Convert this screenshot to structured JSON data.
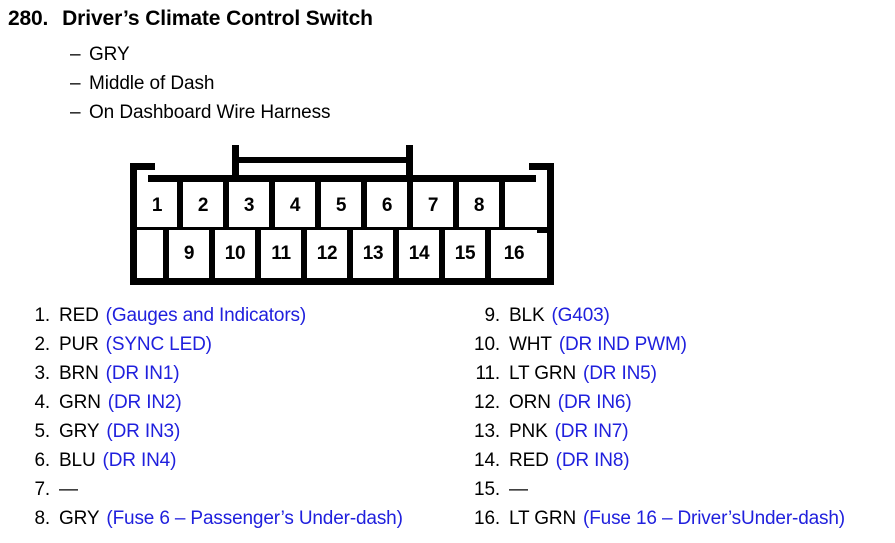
{
  "header": {
    "number": "280.",
    "title": "Driver’s Climate Control Switch",
    "sub_lines": [
      {
        "dash": "–",
        "text": "GRY"
      },
      {
        "dash": "–",
        "text": "Middle of Dash"
      },
      {
        "dash": "–",
        "text": "On Dashboard Wire Harness"
      }
    ]
  },
  "connector": {
    "top_row": [
      {
        "label": "1"
      },
      {
        "label": "2"
      },
      {
        "label": "3"
      },
      {
        "label": "4"
      },
      {
        "label": "5"
      },
      {
        "label": "6"
      },
      {
        "label": "7"
      },
      {
        "label": "8"
      },
      {
        "label": ""
      }
    ],
    "bottom_row": [
      {
        "label": ""
      },
      {
        "label": "9"
      },
      {
        "label": "10"
      },
      {
        "label": "11"
      },
      {
        "label": "12"
      },
      {
        "label": "13"
      },
      {
        "label": "14"
      },
      {
        "label": "15"
      },
      {
        "label": "16"
      }
    ]
  },
  "pin_list": {
    "left_column": [
      {
        "index": "1.",
        "code": "RED",
        "desc": "(Gauges and Indicators)"
      },
      {
        "index": "2.",
        "code": "PUR",
        "desc": "(SYNC LED)"
      },
      {
        "index": "3.",
        "code": "BRN",
        "desc": "(DR IN1)"
      },
      {
        "index": "4.",
        "code": "GRN",
        "desc": "(DR IN2)"
      },
      {
        "index": "5.",
        "code": "GRY",
        "desc": "(DR IN3)"
      },
      {
        "index": "6.",
        "code": "BLU",
        "desc": "(DR IN4)"
      },
      {
        "index": "7.",
        "code": "—",
        "desc": ""
      },
      {
        "index": "8.",
        "code": "GRY",
        "desc": "(Fuse 6 – Passenger’s Under-dash)"
      }
    ],
    "right_column": [
      {
        "index": "9.",
        "code": "BLK",
        "desc": "(G403)"
      },
      {
        "index": "10.",
        "code": "WHT",
        "desc": "(DR IND PWM)"
      },
      {
        "index": "11.",
        "code": "LT GRN",
        "desc": "(DR IN5)"
      },
      {
        "index": "12.",
        "code": "ORN",
        "desc": "(DR IN6)"
      },
      {
        "index": "13.",
        "code": "PNK",
        "desc": "(DR IN7)"
      },
      {
        "index": "14.",
        "code": "RED",
        "desc": "(DR IN8)"
      },
      {
        "index": "15.",
        "code": "—",
        "desc": ""
      },
      {
        "index": "16.",
        "code": "LT GRN",
        "desc": "(Fuse 16 – Driver’sUnder-dash)"
      }
    ]
  },
  "colors": {
    "text": "#000000",
    "description": "#2020dd",
    "background": "#ffffff"
  }
}
